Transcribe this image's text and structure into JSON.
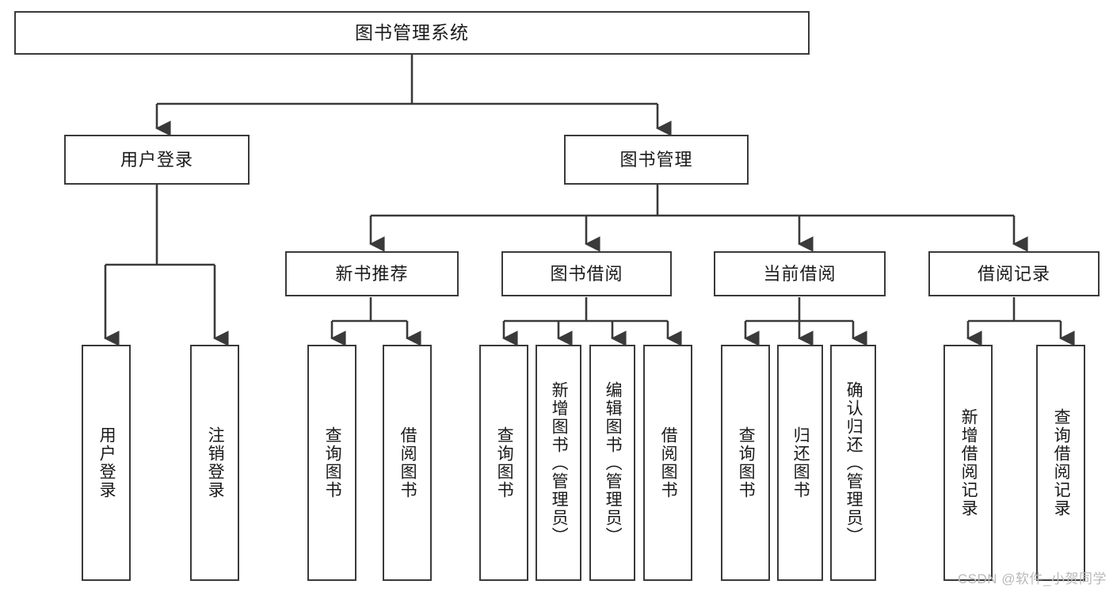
{
  "diagram": {
    "title": "图书管理系统",
    "type": "tree-hierarchy",
    "root": {
      "id": "root",
      "label": "图书管理系统",
      "orientation": "horizontal"
    },
    "level2": [
      {
        "id": "user-login",
        "label": "用户登录",
        "orientation": "horizontal"
      },
      {
        "id": "book-manage",
        "label": "图书管理",
        "orientation": "horizontal"
      }
    ],
    "level3": [
      {
        "id": "new-book-recommend",
        "label": "新书推荐",
        "orientation": "horizontal"
      },
      {
        "id": "book-borrow",
        "label": "图书借阅",
        "orientation": "horizontal"
      },
      {
        "id": "current-borrow",
        "label": "当前借阅",
        "orientation": "horizontal"
      },
      {
        "id": "borrow-record",
        "label": "借阅记录",
        "orientation": "horizontal"
      }
    ],
    "leaves": [
      {
        "id": "leaf-user-login",
        "label": "用户登录",
        "parent": "user-login"
      },
      {
        "id": "leaf-logout-login",
        "label": "注销登录",
        "parent": "user-login"
      },
      {
        "id": "leaf-query-book-1",
        "label": "查询图书",
        "parent": "new-book-recommend"
      },
      {
        "id": "leaf-borrow-book-1",
        "label": "借阅图书",
        "parent": "new-book-recommend"
      },
      {
        "id": "leaf-query-book-2",
        "label": "查询图书",
        "parent": "book-borrow"
      },
      {
        "id": "leaf-add-book",
        "label": "新增图书（管理员）",
        "parent": "book-borrow"
      },
      {
        "id": "leaf-edit-book",
        "label": "编辑图书（管理员）",
        "parent": "book-borrow"
      },
      {
        "id": "leaf-borrow-book-2",
        "label": "借阅图书",
        "parent": "book-borrow"
      },
      {
        "id": "leaf-query-book-3",
        "label": "查询图书",
        "parent": "current-borrow"
      },
      {
        "id": "leaf-return-book",
        "label": "归还图书",
        "parent": "current-borrow"
      },
      {
        "id": "leaf-confirm-return",
        "label": "确认归还（管理员）",
        "parent": "current-borrow"
      },
      {
        "id": "leaf-add-record",
        "label": "新增借阅记录",
        "parent": "borrow-record"
      },
      {
        "id": "leaf-query-record",
        "label": "查询借阅记录",
        "parent": "borrow-record"
      }
    ]
  },
  "watermark": {
    "text": "CSDN @软件_小贺同学"
  },
  "colors": {
    "stroke": "#3a3a3a",
    "background": "#ffffff",
    "text": "#1a1a1a",
    "watermark": "#b9b9b9"
  }
}
